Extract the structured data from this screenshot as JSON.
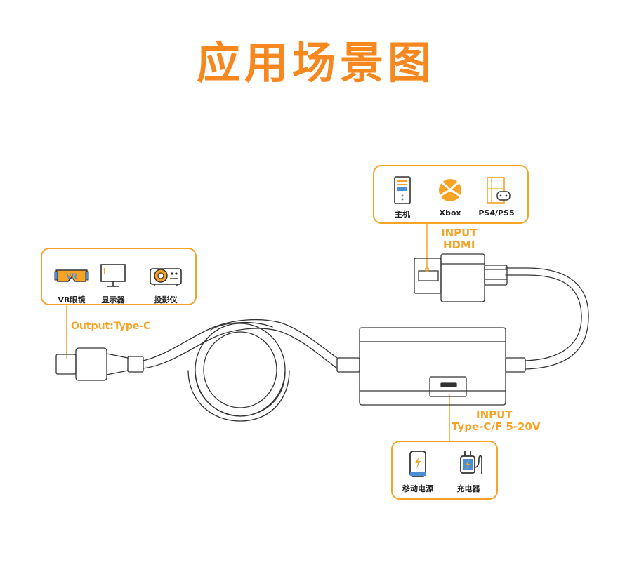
{
  "title": "应用场景图",
  "colors": {
    "accent": "#F7871F",
    "box_border": "#F7A326",
    "line": "#333333"
  },
  "output_box": {
    "label": "Output:Type-C",
    "devices": [
      {
        "name": "VR眼镜",
        "icon": "vr-headset-icon"
      },
      {
        "name": "显示器",
        "icon": "monitor-icon"
      },
      {
        "name": "投影仪",
        "icon": "projector-icon"
      }
    ]
  },
  "hdmi_box": {
    "label_line1": "INPUT",
    "label_line2": "HDMI",
    "devices": [
      {
        "name": "主机",
        "icon": "pc-tower-icon"
      },
      {
        "name": "Xbox",
        "icon": "xbox-icon"
      },
      {
        "name": "PS4/PS5",
        "icon": "playstation-icon"
      }
    ]
  },
  "power_box": {
    "label_line1": "INPUT",
    "label_line2": "Type-C/F 5-20V",
    "devices": [
      {
        "name": "移动电源",
        "icon": "power-bank-icon"
      },
      {
        "name": "充电器",
        "icon": "charger-icon"
      }
    ]
  }
}
